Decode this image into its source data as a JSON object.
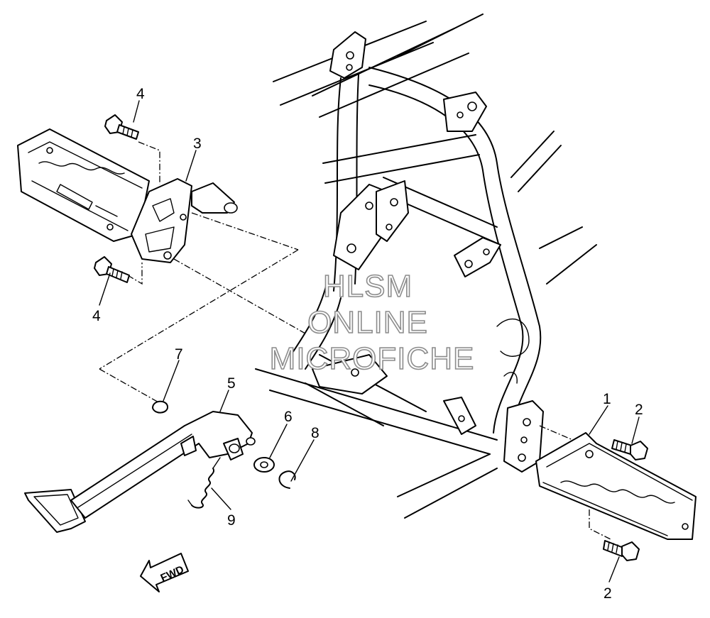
{
  "diagram": {
    "callouts": [
      {
        "label": "1"
      },
      {
        "label": "2"
      },
      {
        "label": "2"
      },
      {
        "label": "3"
      },
      {
        "label": "4"
      },
      {
        "label": "4"
      },
      {
        "label": "5"
      },
      {
        "label": "6"
      },
      {
        "label": "7"
      },
      {
        "label": "8"
      },
      {
        "label": "9"
      }
    ],
    "watermark": [
      "HLSM",
      "ONLINE",
      "MICROFICHE"
    ],
    "direction_arrow": {
      "label": "FWD",
      "icon": "fwd-arrow-icon"
    }
  }
}
